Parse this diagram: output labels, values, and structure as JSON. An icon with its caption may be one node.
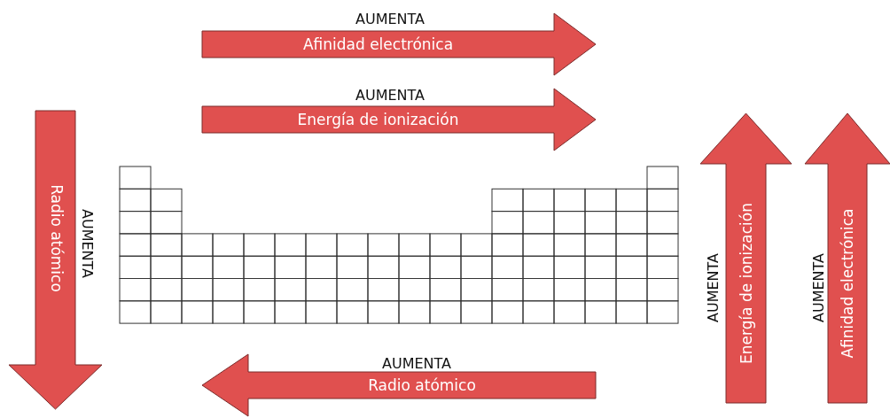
{
  "diagram": {
    "nodes": [
      {
        "text": [
          "Afinidad electrónica"
        ],
        "beside": [
          "AUMENTA"
        ]
      },
      {
        "text": [
          "Energía de ionización"
        ],
        "beside": [
          "AUMENTA"
        ]
      },
      {
        "text": [
          "Radio atómico"
        ],
        "beside": [
          "AUMENTA"
        ]
      },
      {
        "text": [
          "Radio atómico"
        ],
        "beside": [
          "AUMENTA"
        ]
      },
      {
        "text": [
          "Energía de ionización"
        ],
        "beside": [
          "AUMENTA"
        ]
      },
      {
        "text": [
          "Afinidad electrónica"
        ],
        "beside": [
          "AUMENTA"
        ]
      }
    ]
  }
}
